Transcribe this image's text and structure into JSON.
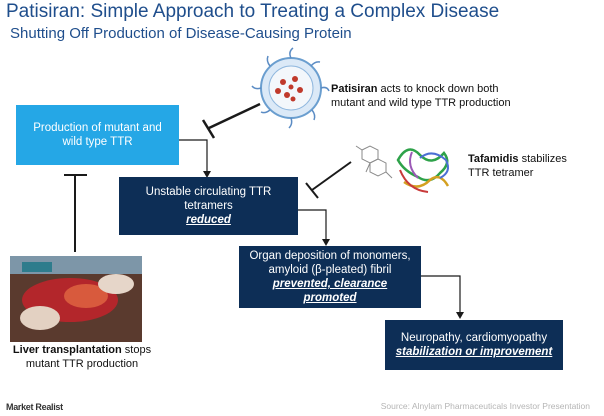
{
  "title": "Patisiran: Simple Approach to Treating a Complex Disease",
  "subtitle": "Shutting Off Production of Disease-Causing Protein",
  "boxes": {
    "production": "Production of mutant and wild type TTR",
    "unstable_text": "Unstable circulating TTR tetramers",
    "unstable_em": "reduced",
    "organ_text": "Organ deposition of monomers, amyloid (β-pleated) fibril",
    "organ_em": "prevented, clearance promoted",
    "neuro_text": "Neuropathy, cardiomyopathy",
    "neuro_em": "stabilization or improvement"
  },
  "labels": {
    "patisiran_bold": "Patisiran",
    "patisiran_text": " acts to knock down both mutant and wild type TTR production",
    "tafamidis_bold": "Tafamidis",
    "tafamidis_text": " stabilizes TTR tetramer",
    "liver_bold": "Liver transplantation",
    "liver_text": " stops mutant TTR production"
  },
  "source": "Source: Alnylam Pharmaceuticals Investor Presentation",
  "logo": "Market Realist",
  "colors": {
    "title": "#1f4e8c",
    "light_box": "#25a7e6",
    "dark_box": "#0d2e56"
  }
}
